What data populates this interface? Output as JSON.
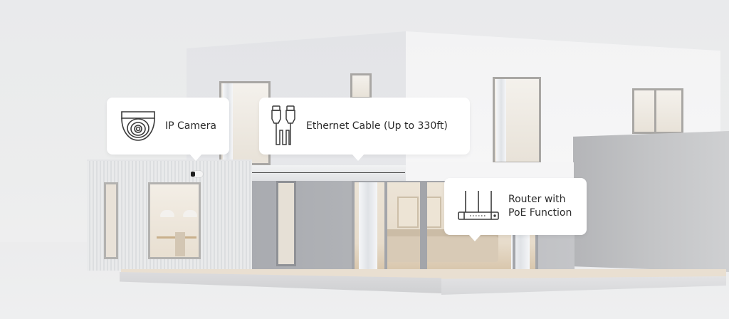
{
  "scene": {
    "description": "Modern two-storey house illustrating a PoE IP camera network setup",
    "colors": {
      "background": "#eaebed",
      "callout_bg": "#ffffff",
      "callout_text": "#2b2b2b",
      "annex_grey": "#bfc0c3",
      "wall_white": "#f4f4f5"
    }
  },
  "callouts": [
    {
      "id": "ip-camera",
      "icon": "dome-camera-icon",
      "label": "IP Camera"
    },
    {
      "id": "ethernet-cable",
      "icon": "ethernet-cable-icon",
      "label": "Ethernet Cable (Up to 330ft)"
    },
    {
      "id": "router",
      "icon": "router-icon",
      "label_line1": "Router with",
      "label_line2": "PoE Function"
    }
  ]
}
